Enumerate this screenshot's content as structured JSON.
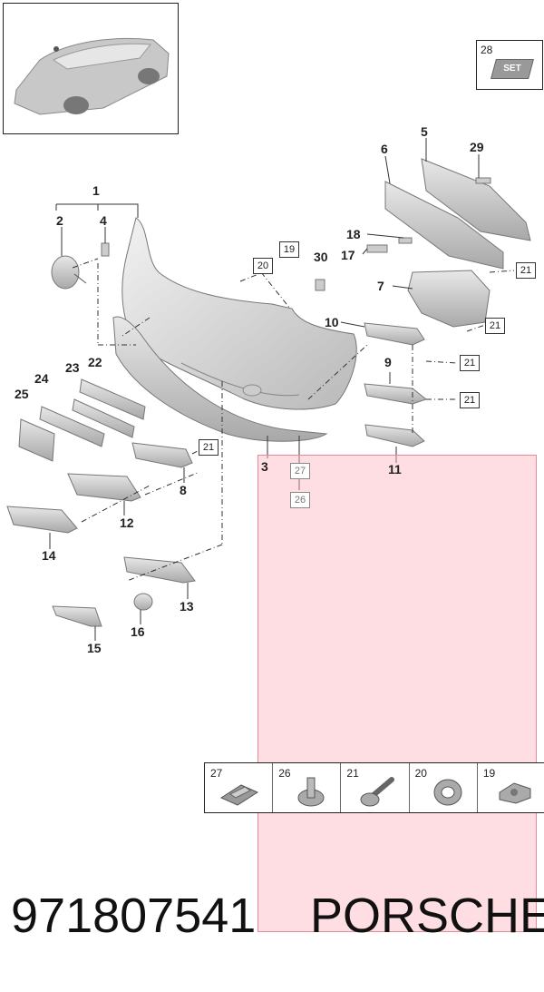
{
  "callouts": {
    "c1": "1",
    "c2": "2",
    "c3": "3",
    "c4": "4",
    "c5": "5",
    "c6": "6",
    "c7": "7",
    "c8": "8",
    "c9": "9",
    "c10": "10",
    "c11": "11",
    "c12": "12",
    "c13": "13",
    "c14": "14",
    "c15": "15",
    "c16": "16",
    "c17": "17",
    "c18": "18",
    "c22": "22",
    "c23": "23",
    "c24": "24",
    "c25": "25",
    "c29": "29",
    "c30": "30"
  },
  "boxed": {
    "b19": "19",
    "b20": "20",
    "b21a": "21",
    "b21b": "21",
    "b21c": "21",
    "b21d": "21",
    "b21e": "21",
    "b26": "26",
    "b27": "27",
    "b28": "28"
  },
  "set_label": "SET",
  "fastener_strip": [
    "27",
    "26",
    "21",
    "20",
    "19"
  ],
  "footer": {
    "part_number": "971807541",
    "brand": "PORSCHE"
  }
}
